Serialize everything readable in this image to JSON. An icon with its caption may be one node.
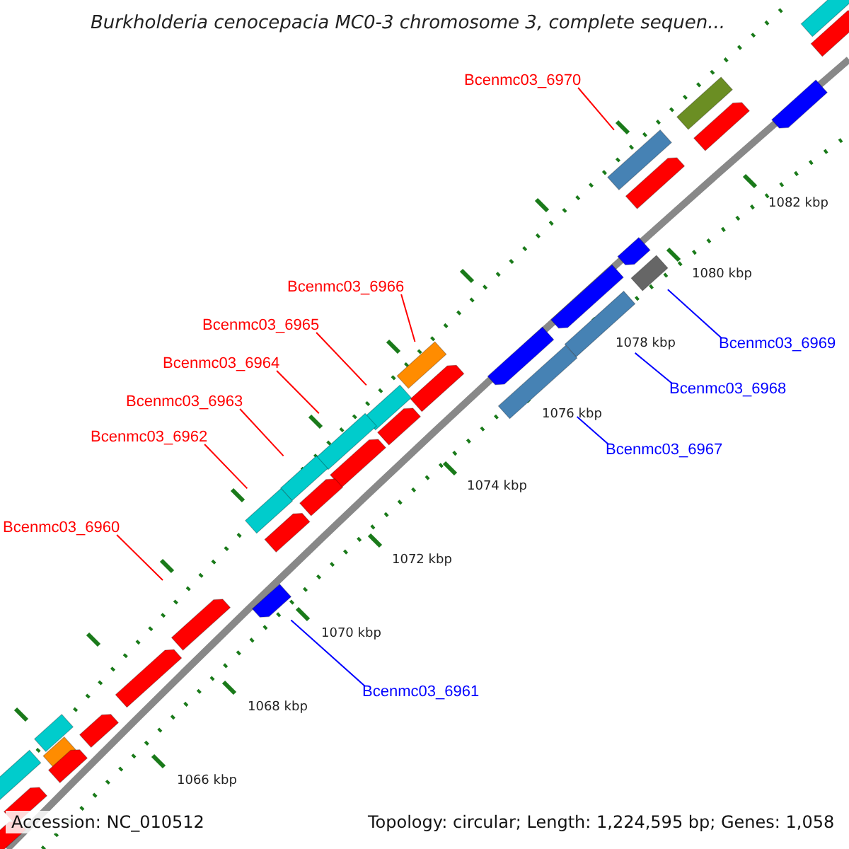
{
  "diagram": {
    "title": "Burkholderia cenocepacia MC0-3 chromosome 3, complete sequen...",
    "nodes": [
      {
        "text": [
          "Bcenmc03_6970"
        ]
      },
      {
        "text": [
          "Bcenmc03_6966"
        ]
      },
      {
        "text": [
          "Bcenmc03_6965"
        ]
      },
      {
        "text": [
          "Bcenmc03_6964"
        ]
      },
      {
        "text": [
          "Bcenmc03_6963"
        ]
      },
      {
        "text": [
          "Bcenmc03_6962"
        ]
      },
      {
        "text": [
          "Bcenmc03_6960"
        ]
      },
      {
        "text": [
          "Bcenmc03_6969"
        ]
      },
      {
        "text": [
          "Bcenmc03_6968"
        ]
      },
      {
        "text": [
          "Bcenmc03_6967"
        ]
      },
      {
        "text": [
          "Bcenmc03_6961"
        ]
      },
      {
        "text": [],
        "shape": "bar"
      },
      {
        "text": [],
        "shape": "bar"
      },
      {
        "text": [],
        "shape": "bar"
      },
      {
        "text": [],
        "shape": "bar"
      },
      {
        "text": [],
        "shape": "bar"
      },
      {
        "text": [],
        "shape": "bar"
      },
      {
        "text": [],
        "shape": "bar"
      },
      {
        "text": [],
        "shape": "bar"
      },
      {
        "text": [],
        "shape": "bar"
      },
      {
        "text": [],
        "shape": "bar"
      },
      {
        "text": [],
        "shape": "bar"
      },
      {
        "text": [],
        "shape": "bar"
      },
      {
        "text": [],
        "shape": "bar"
      },
      {
        "text": [],
        "shape": "bar"
      },
      {
        "text": [],
        "shape": "bar"
      },
      {
        "text": [],
        "shape": "bar"
      },
      {
        "text": [],
        "shape": "bar"
      },
      {
        "text": [],
        "shape": "bar"
      },
      {
        "text": [],
        "shape": "bar"
      },
      {
        "text": [],
        "shape": "bar"
      },
      {
        "text": [],
        "shape": "bar"
      },
      {
        "text": [],
        "shape": "bar"
      },
      {
        "text": [],
        "shape": "bar"
      },
      {
        "text": [],
        "shape": "bar"
      },
      {
        "text": [],
        "shape": "bar"
      },
      {
        "text": [],
        "shape": "bar"
      },
      {
        "text": [],
        "shape": "bar"
      },
      {
        "text": [],
        "shape": "bar"
      },
      {
        "text": [],
        "shape": "bar"
      },
      {
        "text": [],
        "shape": "bar"
      },
      {
        "text": [],
        "shape": "bar"
      },
      {
        "text": [],
        "shape": "bar"
      },
      {
        "text": [],
        "shape": "bar"
      }
    ],
    "edges": [
      {
        "from": 0,
        "to": 16,
        "arrow": "none"
      },
      {
        "from": 1,
        "to": 23,
        "arrow": "none"
      },
      {
        "from": 2,
        "to": 26,
        "arrow": "none"
      },
      {
        "from": 3,
        "to": 28,
        "arrow": "none"
      },
      {
        "from": 4,
        "to": 30,
        "arrow": "none"
      },
      {
        "from": 5,
        "to": 32,
        "arrow": "none"
      },
      {
        "from": 6,
        "to": null,
        "arrow": "none"
      },
      {
        "from": 7,
        "to": 19,
        "arrow": "none",
        "color": "#0000ff"
      },
      {
        "from": 8,
        "to": 21,
        "arrow": "none",
        "color": "#0000ff"
      },
      {
        "from": 9,
        "to": 24,
        "arrow": "none",
        "color": "#0000ff"
      },
      {
        "from": 10,
        "to": 34,
        "arrow": "none",
        "color": "#0000ff"
      }
    ],
    "labels": [
      "1082 kbp",
      "1080 kbp",
      "1078 kbp",
      "1076 kbp",
      "1074 kbp",
      "1072 kbp",
      "1070 kbp",
      "1068 kbp",
      "1066 kbp",
      "Accession: NC_010512",
      "Topology: circular; Length: 1,224,595 bp; Genes: 1,058"
    ]
  }
}
